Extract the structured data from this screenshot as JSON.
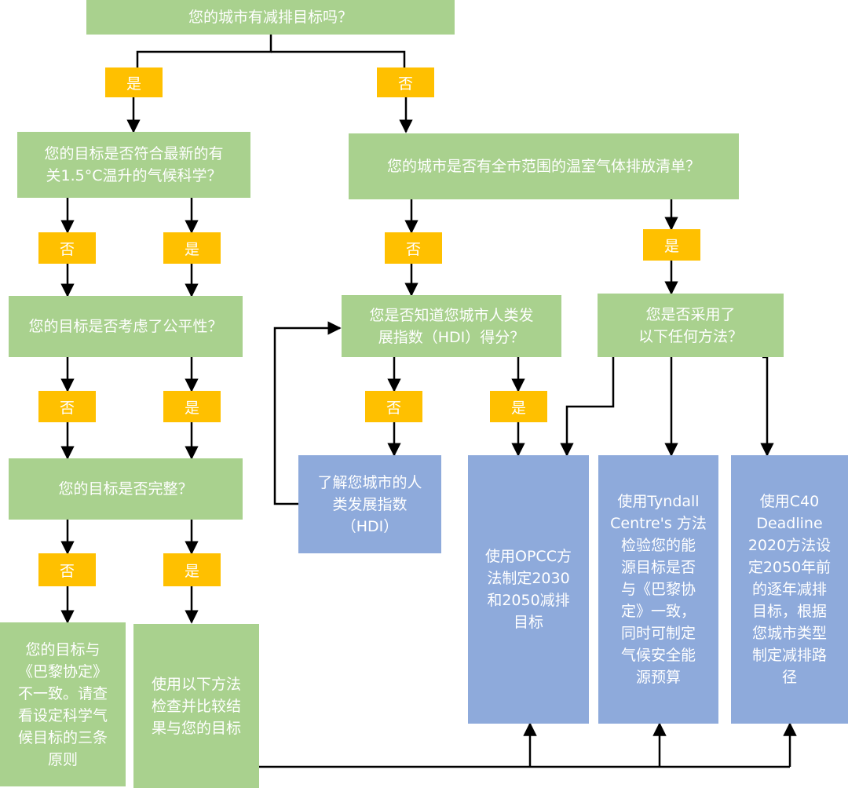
{
  "questions": {
    "q_reduction_target": "您的城市有减排目标吗？",
    "q_latest_science": "您的目标是否符合最新的有\n关1.5°C温升的气候科学？",
    "q_ghg_inventory": "您的城市是否有全市范围的温室气体排放清单？",
    "q_equity": "您的目标是否考虑了公平性？",
    "q_hdi_score": "您是否知道您城市人类发\n展指数（HDI）得分？",
    "q_methods": "您是否采用了\n以下任何方法？",
    "q_complete": "您的目标是否完整？"
  },
  "results": {
    "r_learn_hdi": "了解您城市的人\n类发展指数\n（HDI）",
    "r_opcc": "使用OPCC方\n法制定2030\n和2050减排\n目标",
    "r_tyndall": "使用Tyndall\nCentre's 方法\n检验您的能\n源目标是否\n与《巴黎协\n定》一致，\n同时可制定\n气候安全能\n源预算",
    "r_c40": "使用C40\nDeadline\n2020方法设\n定2050年前\n的逐年减排\n目标，根据\n您城市类型\n制定减排路\n径",
    "r_inconsistent": "您的目标与\n《巴黎协定》\n不一致。请查\n看设定科学气\n候目标的三条\n原则",
    "r_compare": "使用以下方法\n检查并比较结\n果与您的目标"
  },
  "labels": {
    "yes": "是",
    "no": "否"
  },
  "colors": {
    "question_box": "#a9d18e",
    "result_box": "#8eaadb",
    "answer_label": "#ffc000",
    "arrow": "#000000"
  }
}
